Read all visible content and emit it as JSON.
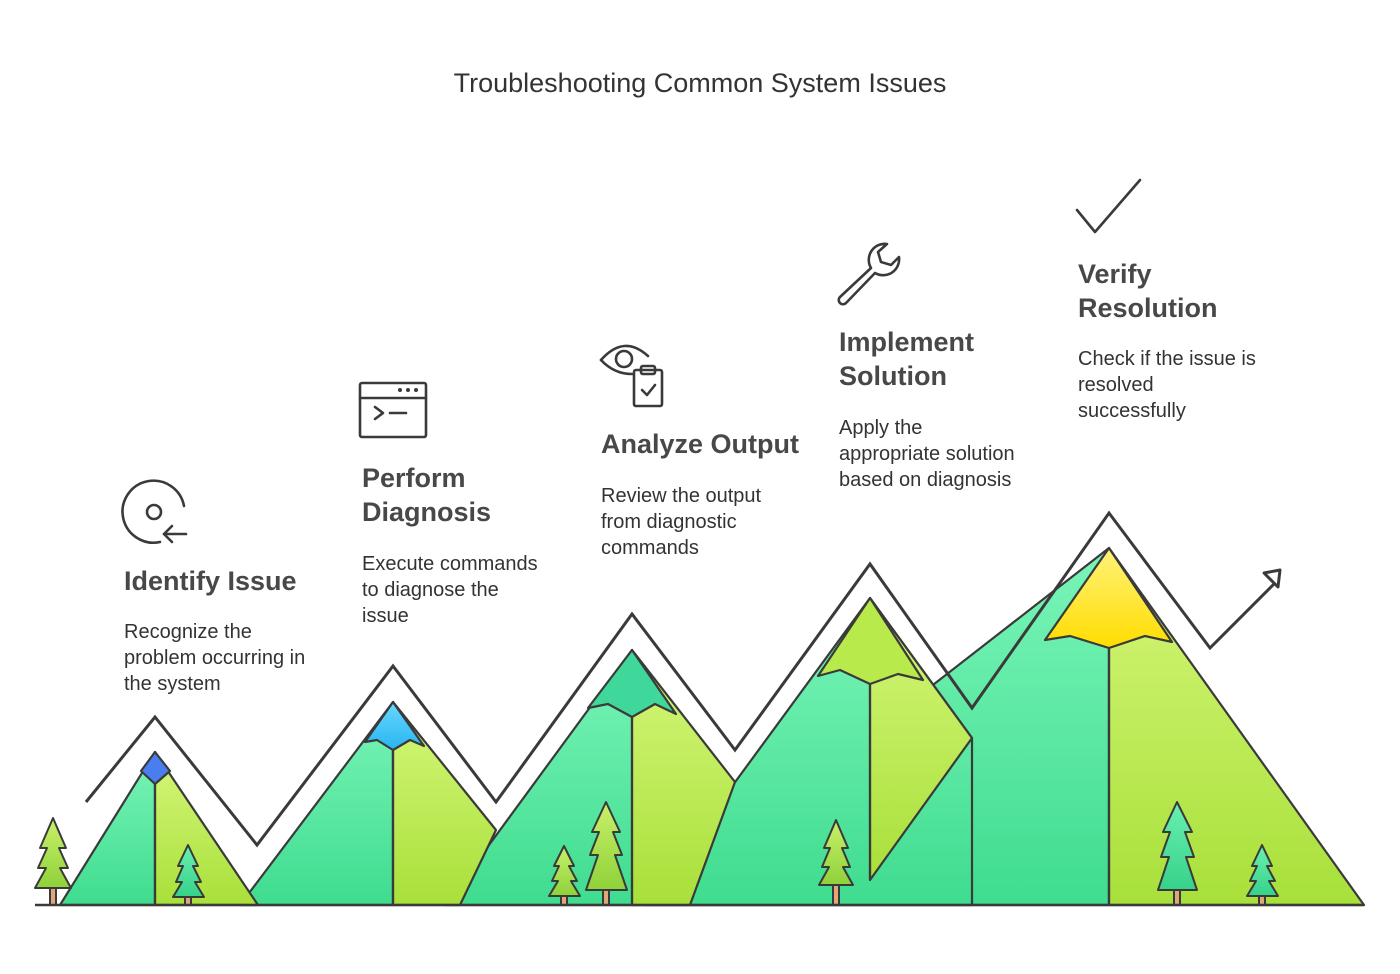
{
  "title": "Troubleshooting Common System Issues",
  "steps": [
    {
      "title": "Identify Issue",
      "description": "Recognize the\nproblem occurring in\nthe system",
      "icon": "target-arrow-icon"
    },
    {
      "title": "Perform\nDiagnosis",
      "description": "Execute commands\nto diagnose the\nissue",
      "icon": "terminal-icon"
    },
    {
      "title": "Analyze Output",
      "description": "Review the output\nfrom diagnostic\ncommands",
      "icon": "eye-clipboard-icon"
    },
    {
      "title": "Implement\nSolution",
      "description": "Apply the\nappropriate solution\nbased on diagnosis",
      "icon": "wrench-icon"
    },
    {
      "title": "Verify\nResolution",
      "description": "Check if the issue is\nresolved\nsuccessfully",
      "icon": "checkmark-icon"
    }
  ],
  "colors": {
    "mountain_green": "#4ade93",
    "mountain_lime": "#c6f06a",
    "peak_blue": "#4a7df0",
    "peak_cyan": "#34bff0",
    "peak_teal": "#3fd89a",
    "peak_lime": "#a9e03c",
    "peak_yellow": "#ffe21c",
    "outline": "#3a3a3a"
  }
}
